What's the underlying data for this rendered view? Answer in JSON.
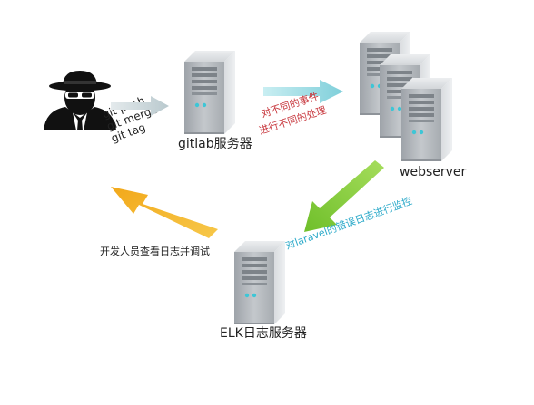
{
  "developer": {
    "icon": "hacker-spy-icon",
    "commands": [
      "git push",
      "git merge",
      "git tag"
    ]
  },
  "gitlab": {
    "label": "gitlab服务器",
    "event_note": [
      "对不同的事件",
      "进行不同的处理"
    ]
  },
  "webserver": {
    "label": "webserver",
    "monitor_note": "对laravel的错误日志进行监控"
  },
  "elk": {
    "label": "ELK日志服务器",
    "debug_note": "开发人员查看日志并调试"
  },
  "colors": {
    "arrow_push": "#c8d6da",
    "arrow_dispatch": "#8fd3dd",
    "arrow_monitor": "#8ccc3f",
    "arrow_debug": "#f4b82c",
    "note_red": "#c8383e",
    "note_cyan": "#2aa9c9",
    "server_body": "#c9ccd0",
    "server_front": "#aeb2b7"
  }
}
